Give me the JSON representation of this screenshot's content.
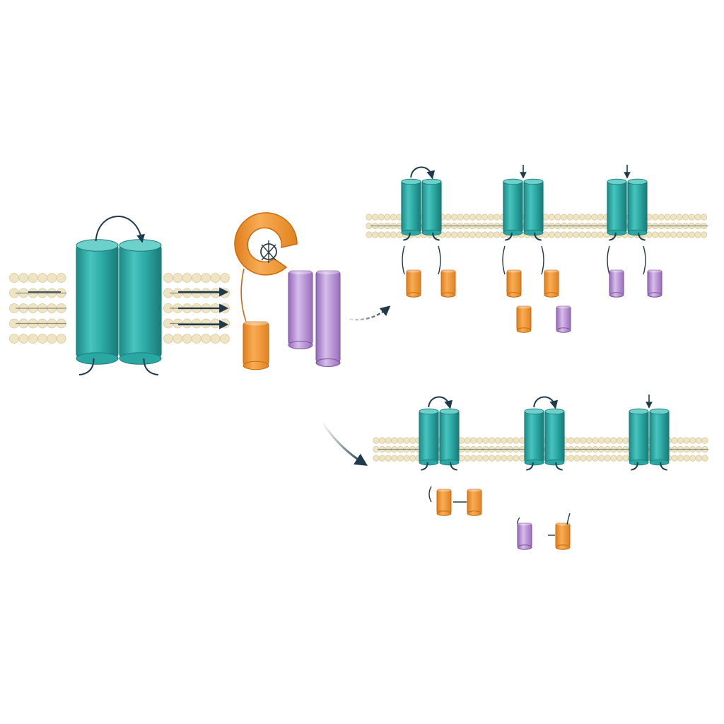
{
  "diagram": {
    "panels": [
      {
        "role": "overview",
        "receptor_count": 1
      },
      {
        "role": "top-row",
        "receptor_count": 3
      },
      {
        "role": "bottom-row",
        "receptor_count": 3
      }
    ]
  },
  "colors": {
    "background": "#ffffff",
    "receptor": "#2aa6a3",
    "receptor_dark": "#1d7e7c",
    "receptor_light": "#6ed0cb",
    "effector_orange": "#f0922e",
    "effector_orange_light": "#f9c07a",
    "effector_purple": "#a87cc7",
    "effector_purple_light": "#d9c2ea",
    "lipid_head": "#efe4c3",
    "lipid_outline": "#d8c89a",
    "arrow": "#1f3b4a"
  },
  "icons": [
    "membrane-receptor-icon",
    "rotation-arrow-icon",
    "lipid-bilayer-icon",
    "g-protein-icon",
    "transition-arrow-icon"
  ]
}
